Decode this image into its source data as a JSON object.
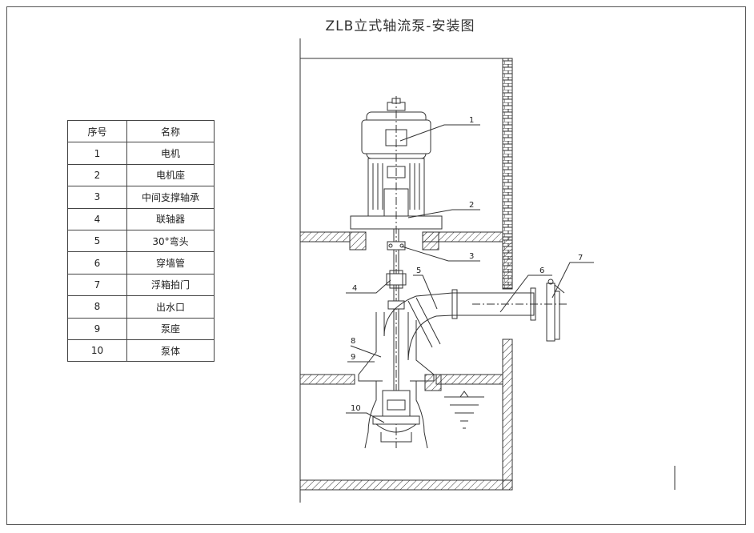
{
  "title": "ZLB立式轴流泵-安装图",
  "table": {
    "headers": [
      "序号",
      "名称"
    ],
    "rows": [
      {
        "no": "1",
        "name": "电机"
      },
      {
        "no": "2",
        "name": "电机座"
      },
      {
        "no": "3",
        "name": "中间支撑轴承"
      },
      {
        "no": "4",
        "name": "联轴器"
      },
      {
        "no": "5",
        "name": "30°弯头"
      },
      {
        "no": "6",
        "name": "穿墙管"
      },
      {
        "no": "7",
        "name": "浮箱拍门"
      },
      {
        "no": "8",
        "name": "出水口"
      },
      {
        "no": "9",
        "name": "泵座"
      },
      {
        "no": "10",
        "name": "泵体"
      }
    ]
  },
  "callouts": [
    "1",
    "2",
    "3",
    "4",
    "5",
    "6",
    "7",
    "8",
    "9",
    "10"
  ]
}
